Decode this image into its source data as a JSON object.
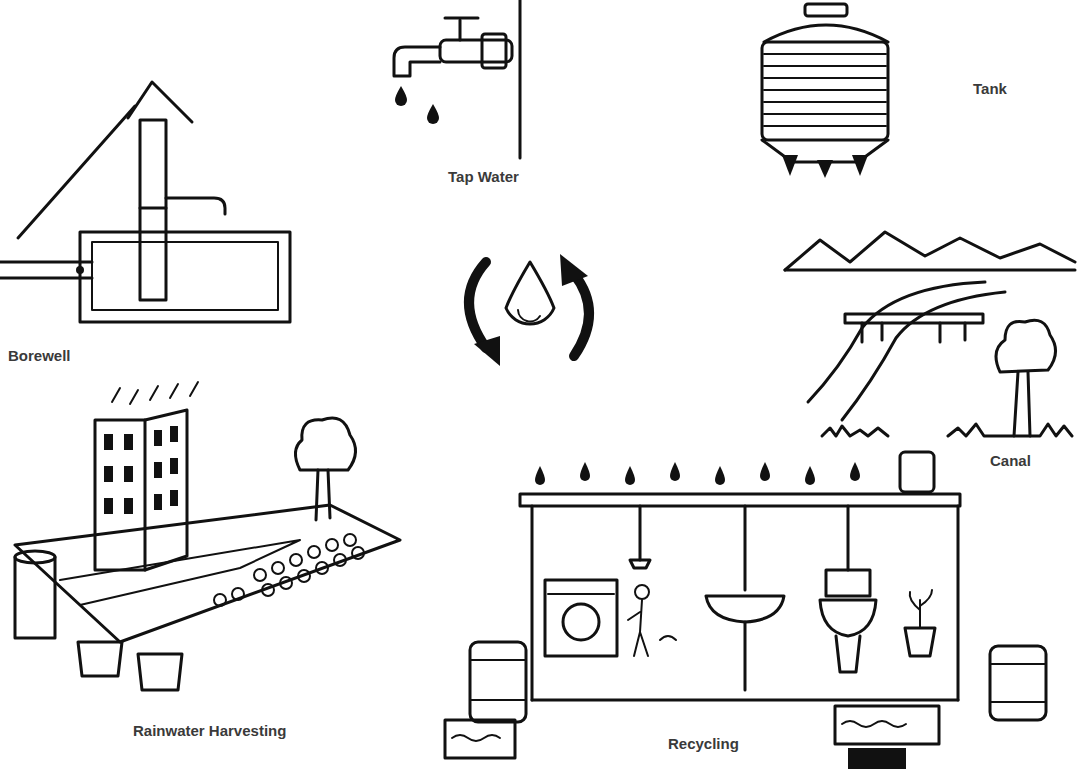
{
  "diagram": {
    "labels": [
      "Tap Water",
      "Tank",
      "Borewell",
      "Canal",
      "Rainwater Harvesting",
      "Recycling"
    ]
  }
}
